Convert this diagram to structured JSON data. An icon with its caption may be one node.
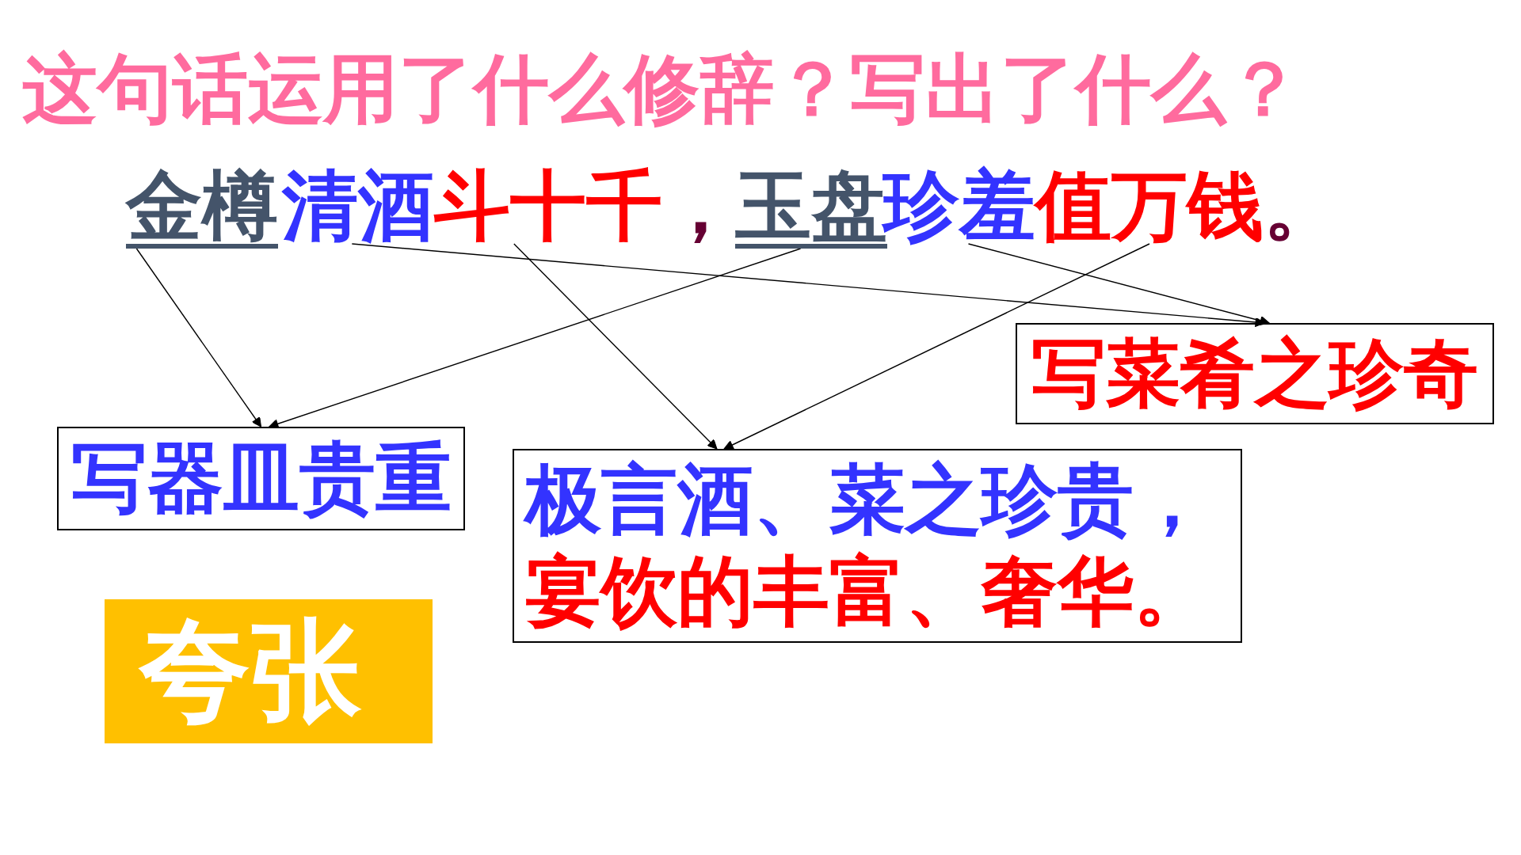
{
  "diagram": {
    "title": "这句话运用了什么修辞？写出了什么？",
    "nodes": [
      {
        "text": [
          "金樽"
        ]
      },
      {
        "text": [
          "清酒"
        ]
      },
      {
        "text": [
          "斗十千"
        ]
      },
      {
        "text": [
          "玉盘"
        ]
      },
      {
        "text": [
          "珍羞"
        ]
      },
      {
        "text": [
          "值万钱"
        ]
      },
      {
        "text": [
          "写菜肴之珍奇"
        ]
      },
      {
        "text": [
          "写器皿贵重"
        ]
      },
      {
        "text": [
          "极言酒、菜之珍贵，",
          "宴饮的丰富、奢华。"
        ]
      },
      {
        "text": [
          "夸张"
        ]
      }
    ],
    "edges": [
      {
        "from": 0,
        "to": 7,
        "arrow": "to"
      },
      {
        "from": 1,
        "to": 6,
        "arrow": "to"
      },
      {
        "from": 2,
        "to": 8,
        "arrow": "to"
      },
      {
        "from": 3,
        "to": 7,
        "arrow": "to"
      },
      {
        "from": 4,
        "to": 6,
        "arrow": "to"
      },
      {
        "from": 5,
        "to": 8,
        "arrow": "to"
      }
    ],
    "labels": [
      "，",
      "。"
    ]
  }
}
